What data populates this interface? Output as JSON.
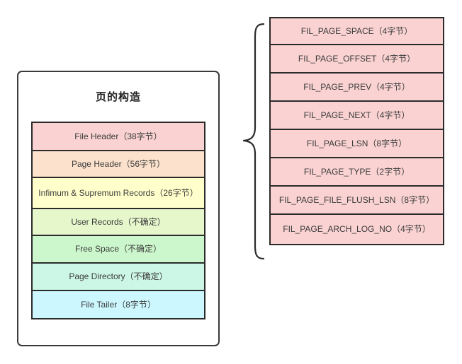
{
  "page_card": {
    "title": "页的构造",
    "sections": [
      {
        "label": "File Header（38字节）",
        "color": "#fad2d2",
        "height": 40
      },
      {
        "label": "Page Header（56字节）",
        "color": "#fce2cc",
        "height": 38
      },
      {
        "label": "Infimum & Supremum Records（26字节）",
        "color": "#ffffcc",
        "height": 44
      },
      {
        "label": "User Records（不确定）",
        "color": "#e6f7cc",
        "height": 38
      },
      {
        "label": "Free Space（不确定）",
        "color": "#ccf7cc",
        "height": 39
      },
      {
        "label": "Page Directory（不确定）",
        "color": "#ccf7e6",
        "height": 39
      },
      {
        "label": "File Tailer（8字节）",
        "color": "#ccf7ff",
        "height": 40
      }
    ]
  },
  "connector": {
    "type": "curly-brace",
    "orientation": "left-pointing",
    "source_section": "File Header（38字节）",
    "color": "#2b2b2b"
  },
  "fil_header_table": {
    "fill_color": "#fad2d2",
    "border_color": "#2b2b2b",
    "rows": [
      {
        "label": "FIL_PAGE_SPACE（4字节）",
        "height": 38
      },
      {
        "label": "FIL_PAGE_OFFSET（4字节）",
        "height": 40
      },
      {
        "label": "FIL_PAGE_PREV（4字节）",
        "height": 40
      },
      {
        "label": "FIL_PAGE_NEXT（4字节）",
        "height": 40
      },
      {
        "label": "FIL_PAGE_LSN（8字节）",
        "height": 40
      },
      {
        "label": "FIL_PAGE_TYPE（2字节）",
        "height": 40
      },
      {
        "label": "FIL_PAGE_FILE_FLUSH_LSN（8字节）",
        "height": 40
      },
      {
        "label": "FIL_PAGE_ARCH_LOG_NO（4字节）",
        "height": 43
      }
    ]
  }
}
